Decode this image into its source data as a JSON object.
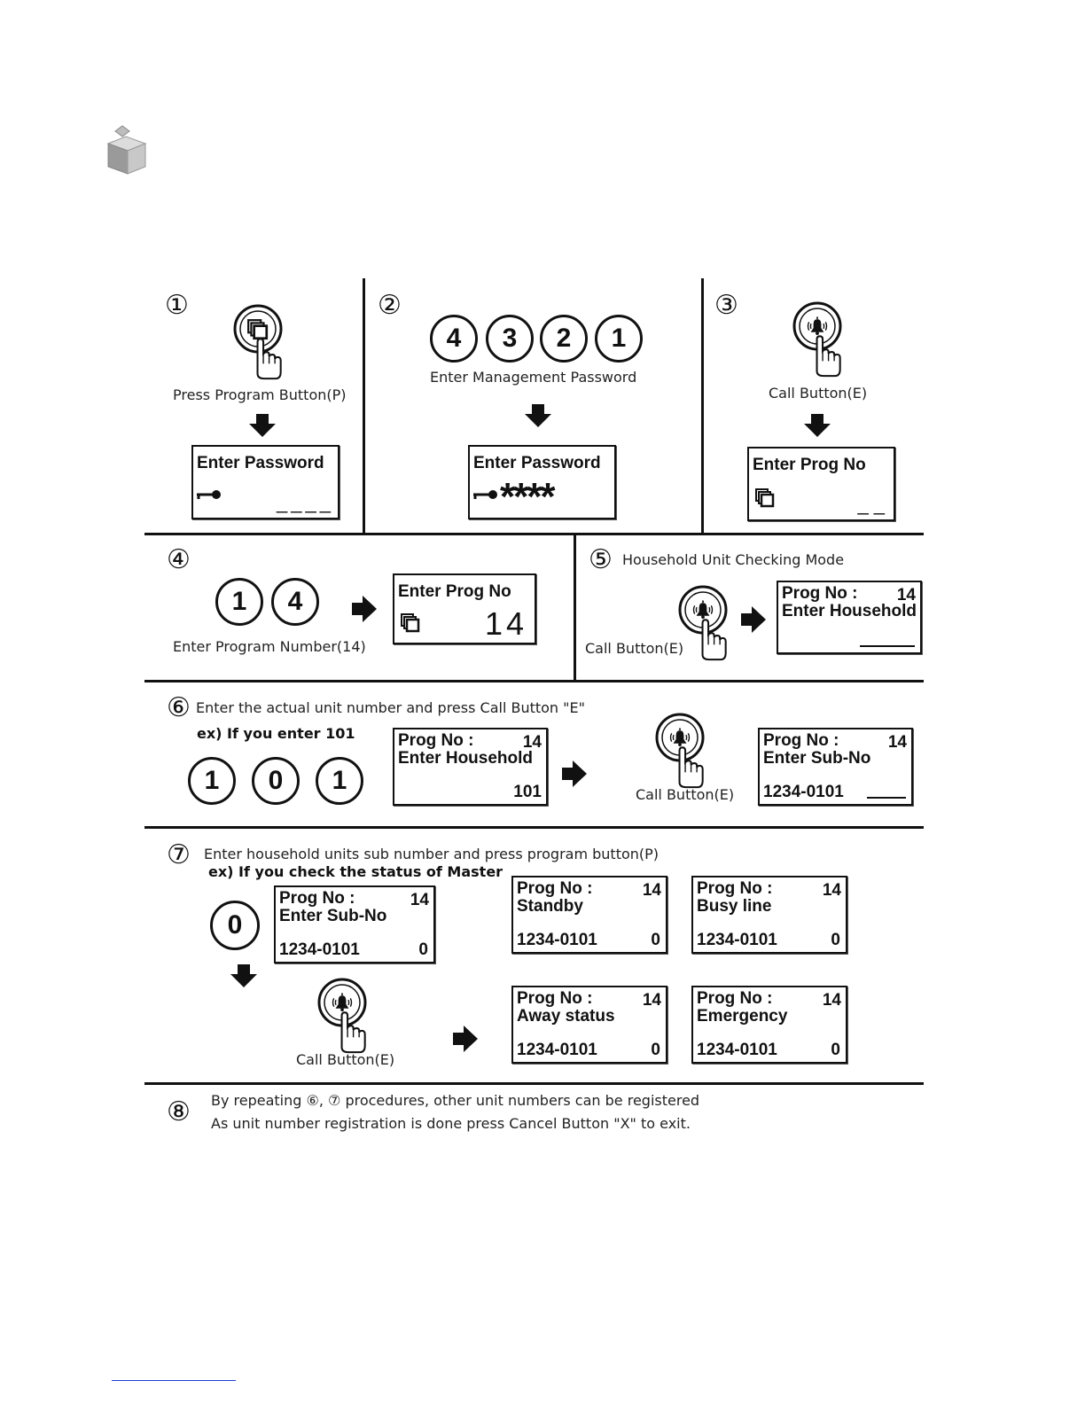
{
  "steps": {
    "s1": {
      "num": "①",
      "caption": "Press Program Button(P)",
      "lcd": {
        "title": "Enter Password",
        "blanks": "____"
      }
    },
    "s2": {
      "num": "②",
      "digits": [
        "4",
        "3",
        "2",
        "1"
      ],
      "caption": "Enter Management Password",
      "lcd": {
        "title": "Enter Password",
        "stars": "****"
      }
    },
    "s3": {
      "num": "③",
      "caption": "Call Button(E)",
      "lcd": {
        "title": "Enter Prog  No",
        "blanks": "__"
      }
    },
    "s4": {
      "num": "④",
      "digits": [
        "1",
        "4"
      ],
      "caption": "Enter Program Number(14)",
      "lcd": {
        "title": "Enter Prog  No",
        "value": "14"
      }
    },
    "s5": {
      "num": "⑤",
      "title": "Household  Unit  Checking  Mode",
      "caption": "Call Button(E)",
      "lcd": {
        "line1": "Prog No :",
        "num": "14",
        "line2": "Enter Household"
      }
    },
    "s6": {
      "num": "⑥",
      "title": "Enter the actual unit number and press Call Button \"E\"",
      "example": "ex)  If you enter 101",
      "digits": [
        "1",
        "0",
        "1"
      ],
      "caption": "Call Button(E)",
      "lcd1": {
        "line1": "Prog No :",
        "num": "14",
        "line2": "Enter Household",
        "value": "101"
      },
      "lcd2": {
        "line1": "Prog No :",
        "num": "14",
        "line2": "Enter Sub-No",
        "value": "1234-0101"
      }
    },
    "s7": {
      "num": "⑦",
      "title": "Enter household units sub number and press program button(P)",
      "example": "ex)  If you check  the status  of  Master",
      "digit": "0",
      "caption": "Call Button(E)",
      "lcd_entry": {
        "line1": "Prog No :",
        "num": "14",
        "line2": "Enter Sub-No",
        "value": "1234-0101",
        "sub": "0"
      },
      "results": [
        {
          "line1": "Prog No :",
          "num": "14",
          "line2": "Standby",
          "value": "1234-0101",
          "sub": "0"
        },
        {
          "line1": "Prog No :",
          "num": "14",
          "line2": "Busy line",
          "value": "1234-0101",
          "sub": "0"
        },
        {
          "line1": "Prog No :",
          "num": "14",
          "line2": "Away status",
          "value": "1234-0101",
          "sub": "0"
        },
        {
          "line1": "Prog No :",
          "num": "14",
          "line2": "Emergency",
          "value": "1234-0101",
          "sub": "0"
        }
      ]
    },
    "s8": {
      "num": "⑧",
      "line1": "By repeating ⑥, ⑦ procedures, other unit numbers can be registered",
      "line2": "As unit number registration is done press Cancel Button \"X\" to exit."
    }
  },
  "icons": {
    "header": "cube-icon",
    "program_button": "program-button-hand-icon",
    "call_button": "call-button-hand-icon",
    "key": "key-icon",
    "prog": "program-symbol-icon",
    "arrow": "arrow-icon"
  }
}
